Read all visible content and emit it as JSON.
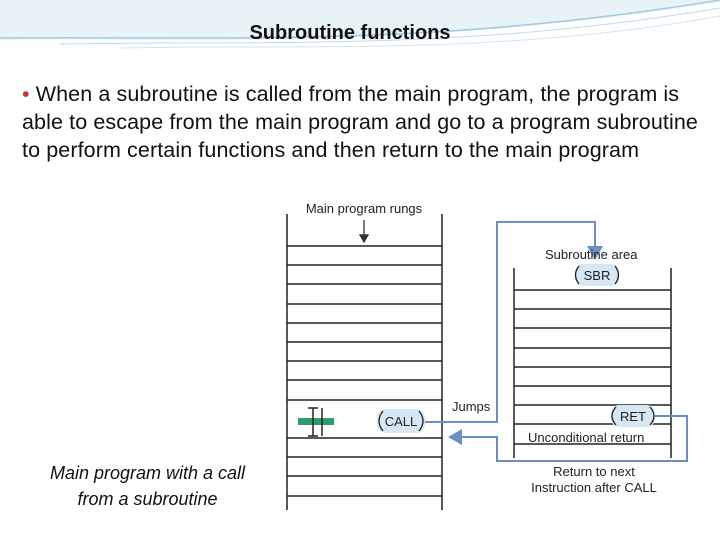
{
  "slide": {
    "title": "Subroutine functions",
    "bullet_marker": "•",
    "bullet_text": "When a subroutine is called from the main program, the program is able to escape from the main program and go to a program subroutine to perform certain functions and then return to the main program",
    "caption_line1": "Main program with a call",
    "caption_line2": "from a subroutine"
  },
  "diagram": {
    "main_label": "Main program rungs",
    "sub_label": "Subroutine area",
    "sbr": "SBR",
    "call": "CALL",
    "ret": "RET",
    "jumps": "Jumps",
    "uncond": "Unconditional return",
    "return_line1": "Ret​urn to next",
    "return_line2": "Instruction after CALL"
  },
  "colors": {
    "arrow_blue": "#6b8fc4",
    "highlight": "#d5e6f5",
    "contact_green": "#2a9d6a"
  }
}
